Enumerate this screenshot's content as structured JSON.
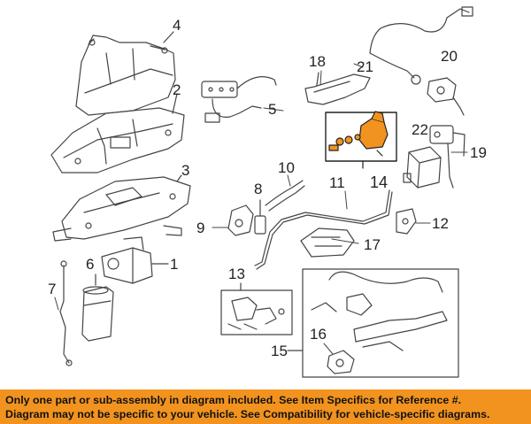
{
  "diagram": {
    "callouts": [
      {
        "id": "c1",
        "label": "1"
      },
      {
        "id": "c2",
        "label": "2"
      },
      {
        "id": "c3",
        "label": "3"
      },
      {
        "id": "c4",
        "label": "4"
      },
      {
        "id": "c5",
        "label": "5"
      },
      {
        "id": "c6",
        "label": "6"
      },
      {
        "id": "c7",
        "label": "7"
      },
      {
        "id": "c8",
        "label": "8"
      },
      {
        "id": "c9",
        "label": "9"
      },
      {
        "id": "c10",
        "label": "10"
      },
      {
        "id": "c11",
        "label": "11"
      },
      {
        "id": "c12",
        "label": "12"
      },
      {
        "id": "c13",
        "label": "13"
      },
      {
        "id": "c14",
        "label": "14"
      },
      {
        "id": "c15",
        "label": "15"
      },
      {
        "id": "c16",
        "label": "16"
      },
      {
        "id": "c17",
        "label": "17"
      },
      {
        "id": "c18",
        "label": "18"
      },
      {
        "id": "c19",
        "label": "19"
      },
      {
        "id": "c20",
        "label": "20"
      },
      {
        "id": "c21",
        "label": "21"
      },
      {
        "id": "c22",
        "label": "22"
      }
    ],
    "highlight_color": "#f2931f",
    "line_color": "#444444"
  },
  "banner": {
    "line1": "Only one part or sub-assembly in diagram included. See Item Specifics for Reference #.",
    "line2": "Diagram may not be specific to your vehicle. See Compatibility for vehicle-specific diagrams.",
    "background": "#f2931f"
  }
}
